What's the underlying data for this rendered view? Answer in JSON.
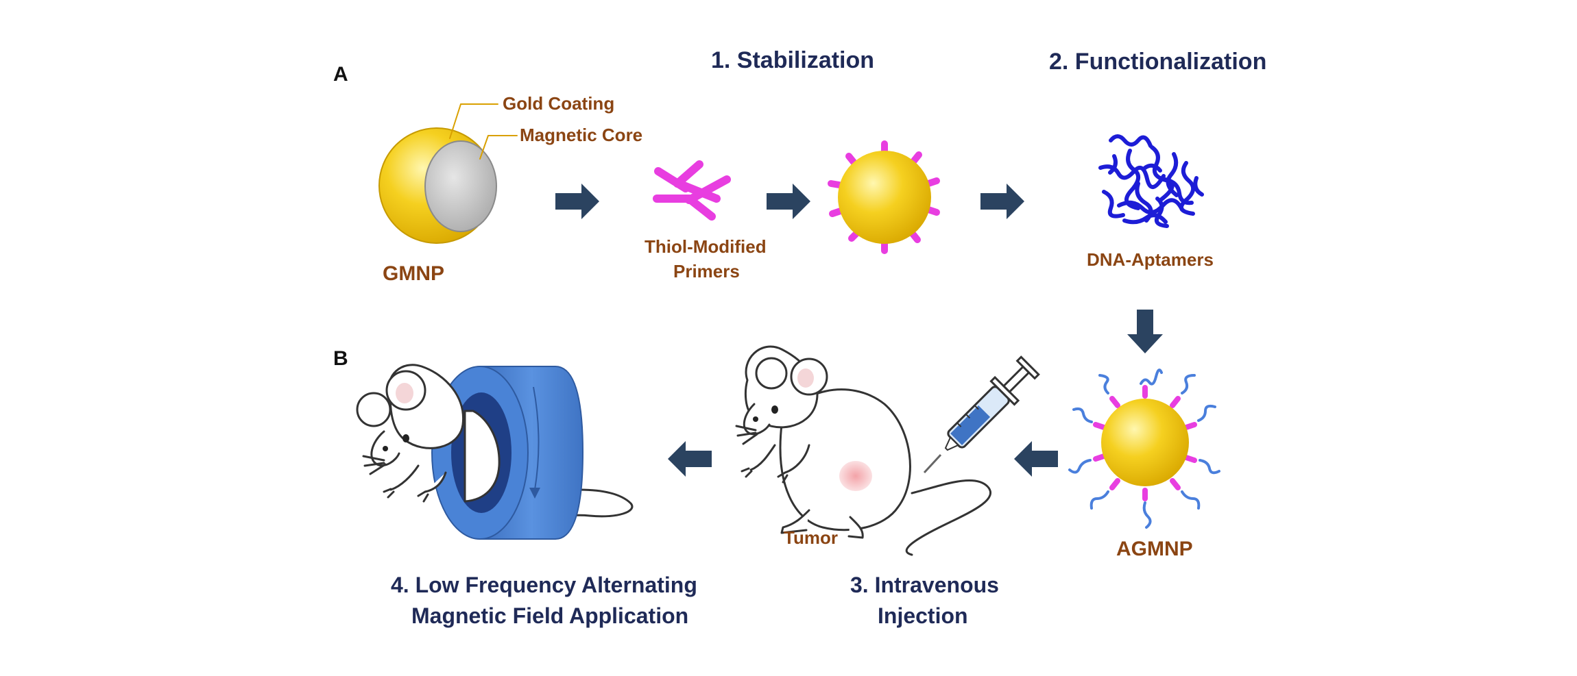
{
  "panels": {
    "a": "A",
    "b": "B"
  },
  "steps": {
    "step1": "1. Stabilization",
    "step2": "2. Functionalization",
    "step3_line1": "3. Intravenous",
    "step3_line2": "Injection",
    "step4_line1": "4. Low Frequency Alternating",
    "step4_line2": "Magnetic Field Application"
  },
  "labels": {
    "gold_coating": "Gold Coating",
    "magnetic_core": "Magnetic Core",
    "gmnp": "GMNP",
    "thiol_line1": "Thiol-Modified",
    "thiol_line2": "Primers",
    "dna_aptamers": "DNA-Aptamers",
    "agmnp": "AGMNP",
    "tumor": "Tumor"
  },
  "colors": {
    "gold": "#f5d020",
    "magenta": "#e83ee0",
    "dna_blue": "#1d1dd6",
    "aptamer_blue": "#4a7fdc",
    "arrow_navy": "#2b4360",
    "coil_blue": "#4f88d8",
    "label_brown": "#8b4513",
    "title_navy": "#1f2a57"
  }
}
